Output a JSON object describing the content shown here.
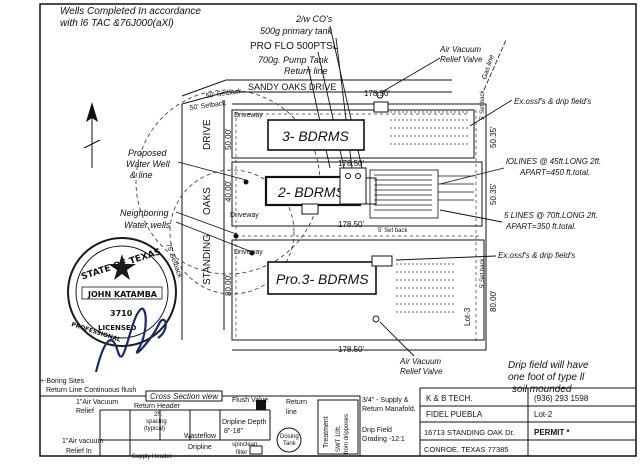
{
  "header_note": {
    "line1": "Wells Completed  In accordance",
    "line2": "with l6 TAC &76J000(aXl)"
  },
  "tank_notes": {
    "co_line": "2/w CO's",
    "primary_tank": "500g primary tank",
    "pro_flo": "PRO FLO 500PTSL",
    "pump_tank": "700g. Pump Tank",
    "return_line": "Return line"
  },
  "street_labels": {
    "sandy_oaks": "SANDY OAKS DRIVE",
    "oaks": "OAKS",
    "drive": "DRIVE",
    "standing": "STANDING"
  },
  "setbacks": {
    "setback_50_a": "50' Setback",
    "setback_50_b": "50' Setback",
    "setback_75": "75' Setback",
    "setback_5a": "5' Set back",
    "setback_5b": "5' Set back",
    "setback_5c": "5' Set back"
  },
  "houses": {
    "lot1": "3- BDRMS",
    "lot2": "2- BDRMS",
    "lot3": "Pro.3- BDRMS"
  },
  "dimensions": {
    "top_width": "178.50'",
    "mid_width_a": "178.50'",
    "mid_width_b": "178.50'",
    "bottom_width": "178.50'",
    "depth_top": "50.00'",
    "depth_mid": "40.00'",
    "depth_bottom": "80.00'",
    "right_depth_a": "50.35'",
    "right_depth_b": "50.35'",
    "right_depth_c": "80.00'"
  },
  "driveways": {
    "d1": "Driveway",
    "d2": "Driveway",
    "d3": "Driveway"
  },
  "left_callouts": {
    "proposed_well_l1": "Proposed",
    "proposed_well_l2": "Water Well",
    "proposed_well_l3": "& line",
    "neighbor_l1": "Neighboring",
    "neighbor_l2": "Water wells"
  },
  "right_callouts": {
    "air_vacuum_top_l1": "Air Vacuum",
    "air_vacuum_top_l2": "Relief Valve",
    "gas_line": "Gas line",
    "ex_ossfs_top": "Ex.ossf's & drip field's",
    "lines_1_l1": "lOLINES @ 45ft.LONG 2ft.",
    "lines_1_l2": "APART=450 ft.total.",
    "lines_2_l1": "5 LINES @ 70ft.LONG 2ft.",
    "lines_2_l2": "APART=350 ft.total.",
    "ex_ossfs_bottom": "Ex.ossf's & drip field's",
    "air_vacuum_bottom_l1": "Air Vacuum",
    "air_vacuum_bottom_l2": "Relief Valve",
    "lot3": "Lot-3",
    "drip_note_l1": "Drip field will have",
    "drip_note_l2": "one foot of type ll",
    "drip_note_l3": "soil mounded"
  },
  "legend": {
    "boring_sites": "+-Boring Sites",
    "return_line": "Return Line Continuous flush"
  },
  "seal": {
    "state": "STATE OF TEXAS",
    "name": "JOHN KATAMBA",
    "number": "3710",
    "licensed": "LICENSED",
    "professional": "PROFESSIONAL"
  },
  "cross_section": {
    "title": "Cross Section view",
    "air_vacuum_relief": "1\"Air Vacuum",
    "relief": "Relief",
    "return_header": "Return Header",
    "spacing_l1": "2ft.",
    "spacing_l2": "spacing",
    "spacing_l3": "(typical)",
    "flush_valve": "Flush Valve",
    "return": "Return",
    "line": "line",
    "dripline_depth_l1": "Dripline Depth",
    "dripline_depth_l2": "8\"-18\"",
    "wasteflow": "Wasteflow",
    "dripline": "Dripline",
    "dosing_tank_l1": "Dosing",
    "dosing_tank_l2": "Tank",
    "spinclean_l1": "spinclean",
    "spinclean_l2": "filter",
    "air_vacuum_relief_in_l1": "1\"Air vacuum",
    "air_vacuum_relief_in_l2": "Relief In",
    "treatment": "Treatment",
    "swt_l1": "SWT 10ft.",
    "swt_l2": "from drippones",
    "supply_l1": "3/4\" - Supply &",
    "supply_l2": "Return Manafold.",
    "drip_field_l1": "Drip Field",
    "drip_field_l2": "Grading -12:1",
    "supply_header": "Supply  Header"
  },
  "title_block": {
    "company": "K & B TECH.",
    "phone": "(936) 293 1598",
    "owner": "FIDEL PUEBLA",
    "lot": "Lot-2",
    "address": "16713 STANDING OAK Dr.",
    "permit": "PERMIT *",
    "city": "CONROE, TEXAS 77385"
  }
}
